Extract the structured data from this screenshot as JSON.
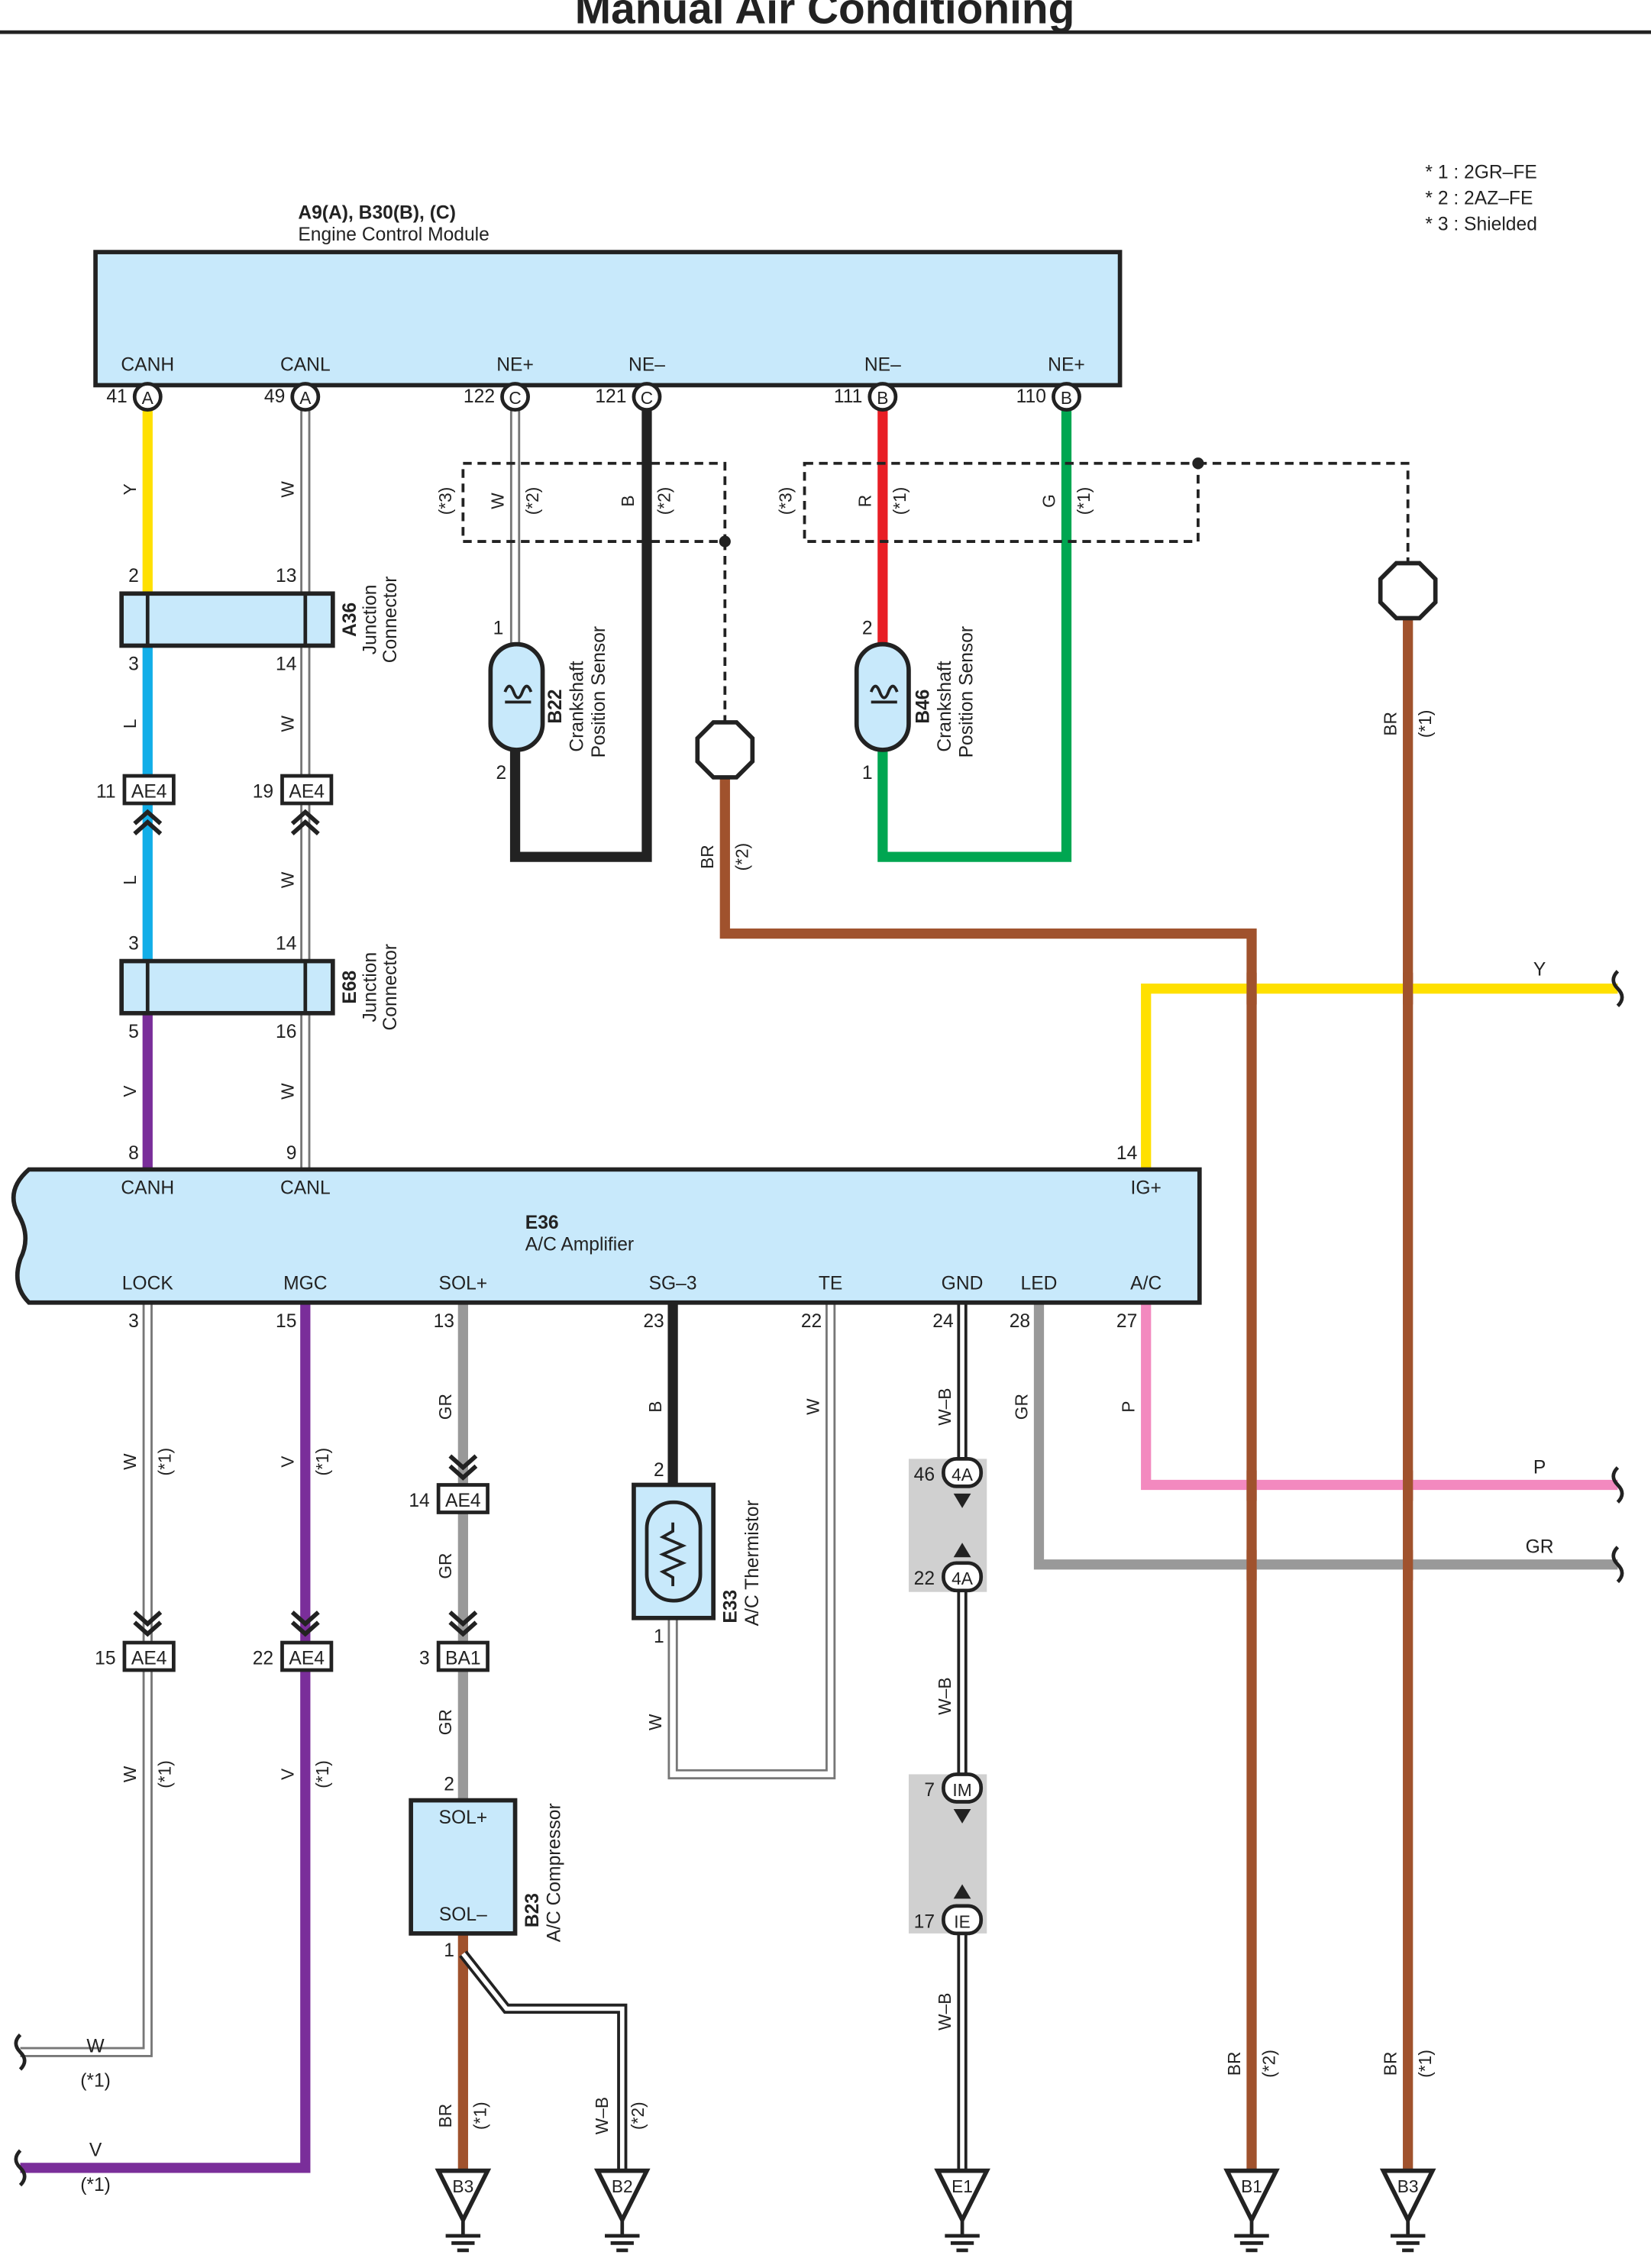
{
  "title": "Manual Air Conditioning",
  "notes": [
    "* 1 : 2GR–FE",
    "* 2 : 2AZ–FE",
    "* 3 : Shielded"
  ],
  "ecm": {
    "code": "A9(A), B30(B), (C)",
    "name": "Engine Control Module",
    "pins": [
      {
        "label": "CANH",
        "num": "41",
        "conn": "A"
      },
      {
        "label": "CANL",
        "num": "49",
        "conn": "A"
      },
      {
        "label": "NE+",
        "num": "122",
        "conn": "C"
      },
      {
        "label": "NE–",
        "num": "121",
        "conn": "C"
      },
      {
        "label": "NE–",
        "num": "111",
        "conn": "B"
      },
      {
        "label": "NE+",
        "num": "110",
        "conn": "B"
      }
    ]
  },
  "amp": {
    "code": "E36",
    "name": "A/C Amplifier",
    "top_pins": [
      {
        "label": "CANH",
        "num": "8"
      },
      {
        "label": "CANL",
        "num": "9"
      },
      {
        "label": "IG+",
        "num": "14"
      }
    ],
    "bottom_pins": [
      {
        "label": "LOCK",
        "num": "3"
      },
      {
        "label": "MGC",
        "num": "15"
      },
      {
        "label": "SOL+",
        "num": "13"
      },
      {
        "label": "SG–3",
        "num": "23"
      },
      {
        "label": "TE",
        "num": "22"
      },
      {
        "label": "GND",
        "num": "24"
      },
      {
        "label": "LED",
        "num": "28"
      },
      {
        "label": "A/C",
        "num": "27"
      }
    ]
  },
  "components": {
    "a36": {
      "code": "A36",
      "name1": "Junction",
      "name2": "Connector",
      "pins": [
        "2",
        "13",
        "3",
        "14"
      ]
    },
    "e68": {
      "code": "E68",
      "name1": "Junction",
      "name2": "Connector",
      "pins": [
        "3",
        "14",
        "5",
        "16"
      ]
    },
    "b22": {
      "code": "B22",
      "name1": "Crankshaft",
      "name2": "Position Sensor",
      "pins": [
        "1",
        "2"
      ]
    },
    "b46": {
      "code": "B46",
      "name1": "Crankshaft",
      "name2": "Position Sensor",
      "pins": [
        "2",
        "1"
      ]
    },
    "e33": {
      "code": "E33",
      "name": "A/C Thermistor",
      "pins": [
        "2",
        "1"
      ]
    },
    "b23": {
      "code": "B23",
      "name": "A/C Compressor",
      "pin_top": "2",
      "pin_bottom": "1",
      "sol_plus": "SOL+",
      "sol_minus": "SOL–"
    }
  },
  "connectors": [
    {
      "id": "AE4",
      "num": "11"
    },
    {
      "id": "AE4",
      "num": "19"
    },
    {
      "id": "AE4",
      "num": "14"
    },
    {
      "id": "BA1",
      "num": "3"
    },
    {
      "id": "AE4",
      "num": "15"
    },
    {
      "id": "AE4",
      "num": "22"
    },
    {
      "id": "4A",
      "num": "46"
    },
    {
      "id": "4A",
      "num": "22"
    },
    {
      "id": "IM",
      "num": "7"
    },
    {
      "id": "IE",
      "num": "17"
    }
  ],
  "wires": {
    "y": "Y",
    "w": "W",
    "b": "B",
    "r": "R",
    "g": "G",
    "l": "L",
    "v": "V",
    "br": "BR",
    "gr": "GR",
    "p": "P",
    "wb": "W–B"
  },
  "marks": {
    "m1": "(*1)",
    "m2": "(*2)",
    "m3": "(*3)"
  },
  "grounds": [
    "B3",
    "B2",
    "E1",
    "B1",
    "B3"
  ],
  "colors": {
    "yellow": "#ffe000",
    "blue": "#12aee8",
    "purple": "#7a2e9a",
    "red": "#e81e25",
    "green": "#00a651",
    "black": "#222222",
    "brown": "#a0522d",
    "gray": "#999999",
    "pink": "#f389bf",
    "box": "#c8e9fb"
  }
}
